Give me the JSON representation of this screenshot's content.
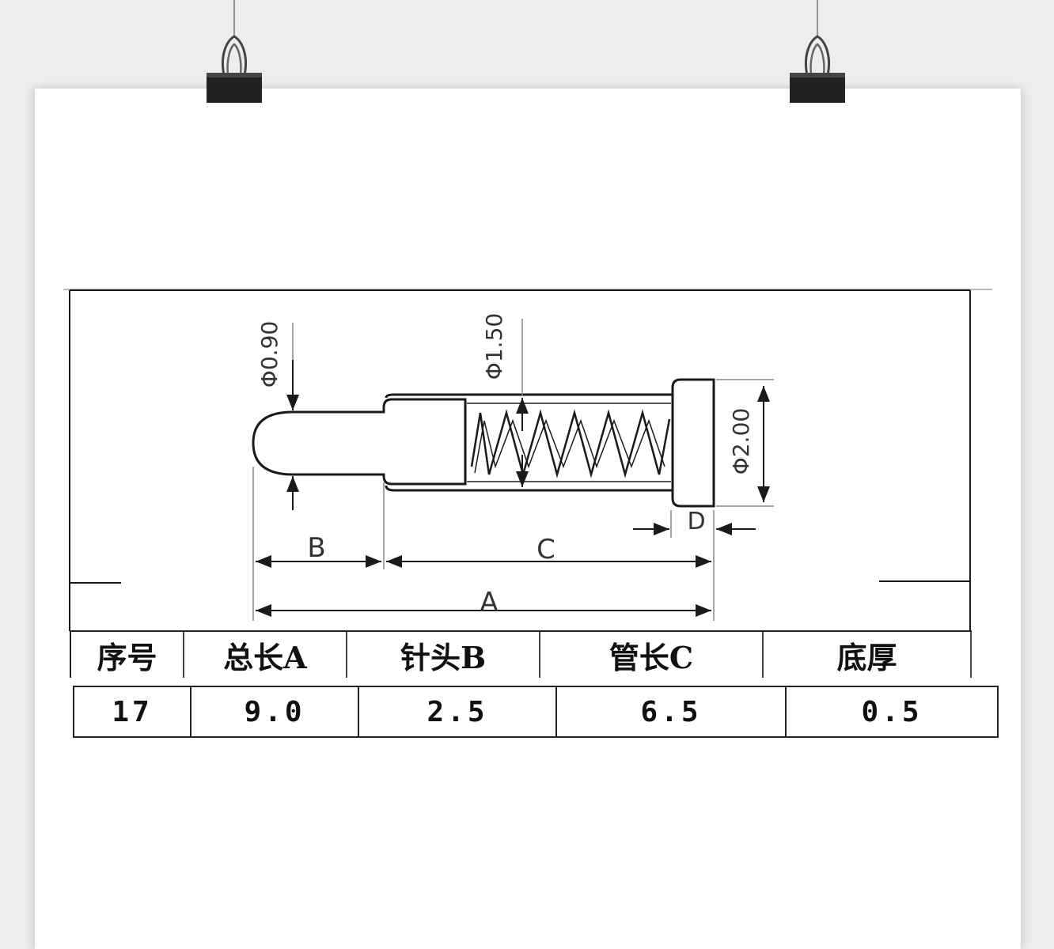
{
  "diagram": {
    "labels": {
      "b": "B",
      "c": "C",
      "a": "A",
      "d": "D",
      "tip_diameter": "Φ0.90",
      "barrel_diameter": "Φ1.50",
      "base_diameter": "Φ2.00"
    }
  },
  "table": {
    "headers": [
      "序号",
      "总长A",
      "针头B",
      "管长C",
      "底厚"
    ],
    "values": [
      "17",
      "9.0",
      "2.5",
      "6.5",
      "0.5"
    ]
  },
  "colors": {
    "line": "#1a1a1a",
    "dim_line": "#888888",
    "poster": "#ffffff",
    "wall": "#ededed"
  }
}
